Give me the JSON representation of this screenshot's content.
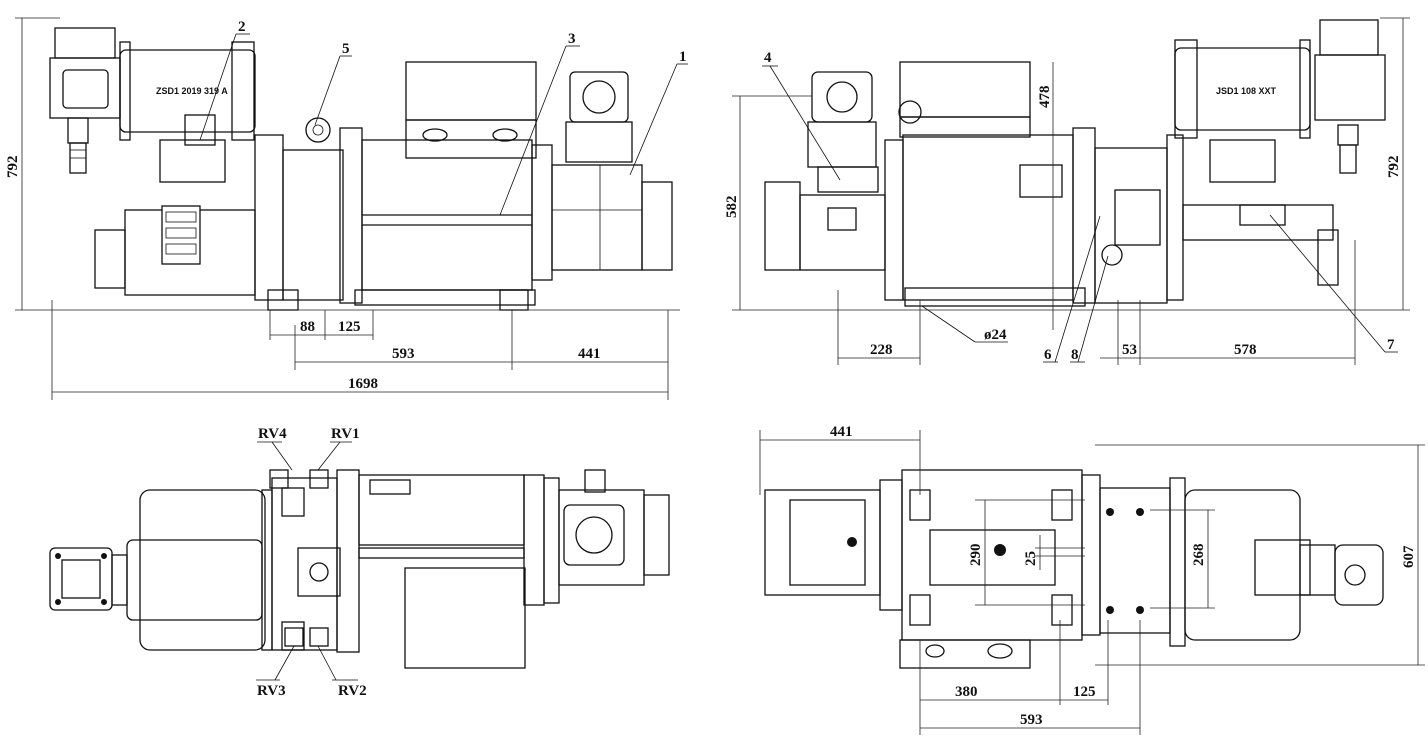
{
  "views": {
    "side_view_left": {
      "dims": {
        "height": "792",
        "d88": "88",
        "d125": "125",
        "d593": "593",
        "d441": "441",
        "overall": "1698"
      },
      "callouts": {
        "c1": "1",
        "c2": "2",
        "c3": "3",
        "c5": "5"
      },
      "motor_plate": "ZSD1 2019 319 A"
    },
    "side_view_right": {
      "dims": {
        "height_left": "582",
        "height_right": "792",
        "d478": "478",
        "d228": "228",
        "hole": "ø24",
        "d53": "53",
        "d578": "578"
      },
      "callouts": {
        "c4": "4",
        "c6": "6",
        "c7": "7",
        "c8": "8"
      },
      "motor_plate": "JSD1 108 XXT"
    },
    "top_view": {
      "valves": {
        "rv1": "RV1",
        "rv2": "RV2",
        "rv3": "RV3",
        "rv4": "RV4"
      }
    },
    "bottom_view": {
      "dims": {
        "d441": "441",
        "d290": "290",
        "d25": "25",
        "d268": "268",
        "d607": "607",
        "d380": "380",
        "d125": "125",
        "d593": "593"
      }
    }
  }
}
